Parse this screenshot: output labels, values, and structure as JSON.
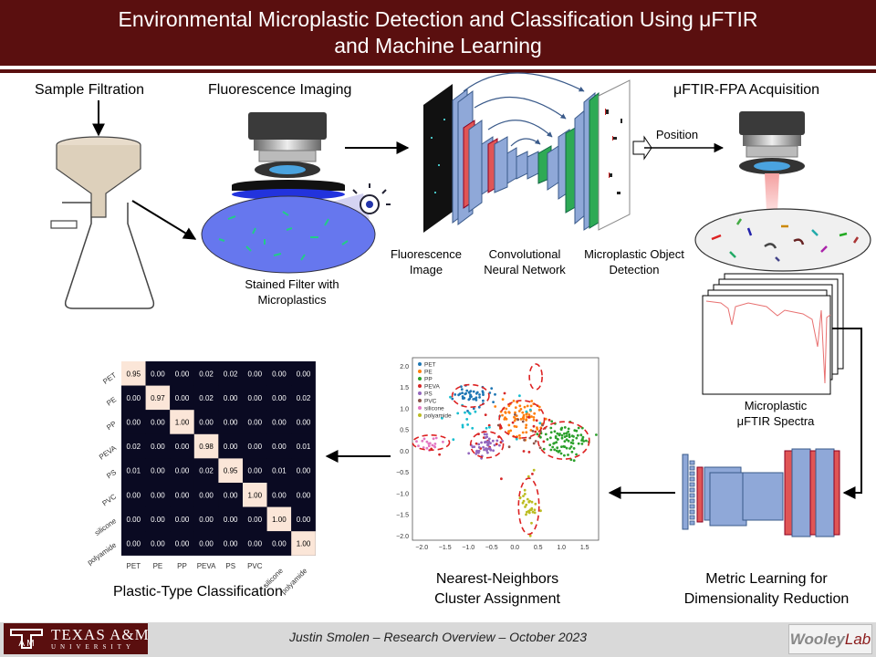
{
  "header": {
    "title_line1": "Environmental Microplastic Detection and Classification Using μFTIR",
    "title_line2": "and Machine Learning"
  },
  "steps": {
    "filtration": "Sample Filtration",
    "fluorescence": "Fluorescence Imaging",
    "stained_line1": "Stained Filter with",
    "stained_line2": "Microplastics",
    "fluor_image_line1": "Fluorescence",
    "fluor_image_line2": "Image",
    "cnn_line1": "Convolutional",
    "cnn_line2": "Neural Network",
    "detection_line1": "Microplastic Object",
    "detection_line2": "Detection",
    "position": "Position",
    "ftir_acq": "μFTIR-FPA Acquisition",
    "spectra_line1": "Microplastic",
    "spectra_line2": "μFTIR Spectra",
    "metric_line1": "Metric Learning for",
    "metric_line2": "Dimensionality Reduction",
    "nn_line1": "Nearest-Neighbors",
    "nn_line2": "Cluster Assignment",
    "classification": "Plastic-Type Classification"
  },
  "chart_data": [
    {
      "type": "heatmap",
      "title": "",
      "categories": [
        "PET",
        "PE",
        "PP",
        "PEVA",
        "PS",
        "PVC",
        "silicone",
        "polyamide"
      ],
      "values": [
        [
          "0.95",
          "0.00",
          "0.00",
          "0.02",
          "0.02",
          "0.00",
          "0.00",
          "0.00"
        ],
        [
          "0.00",
          "0.97",
          "0.00",
          "0.02",
          "0.00",
          "0.00",
          "0.00",
          "0.02"
        ],
        [
          "0.00",
          "0.00",
          "1.00",
          "0.00",
          "0.00",
          "0.00",
          "0.00",
          "0.00"
        ],
        [
          "0.02",
          "0.00",
          "0.00",
          "0.98",
          "0.00",
          "0.00",
          "0.00",
          "0.01"
        ],
        [
          "0.01",
          "0.00",
          "0.00",
          "0.02",
          "0.95",
          "0.00",
          "0.01",
          "0.00"
        ],
        [
          "0.00",
          "0.00",
          "0.00",
          "0.00",
          "0.00",
          "1.00",
          "0.00",
          "0.00"
        ],
        [
          "0.00",
          "0.00",
          "0.00",
          "0.00",
          "0.00",
          "0.00",
          "1.00",
          "0.00"
        ],
        [
          "0.00",
          "0.00",
          "0.00",
          "0.00",
          "0.00",
          "0.00",
          "0.00",
          "1.00"
        ]
      ]
    },
    {
      "type": "scatter",
      "title": "",
      "xlim": [
        -2.2,
        1.8
      ],
      "ylim": [
        -2.1,
        2.2
      ],
      "x_ticks": [
        "−2.0",
        "−1.5",
        "−1.0",
        "−0.5",
        "0.0",
        "0.5",
        "1.0",
        "1.5"
      ],
      "y_ticks": [
        "2.0",
        "1.5",
        "1.0",
        "0.5",
        "0.0",
        "−0.5",
        "−1.0",
        "−1.5",
        "−2.0"
      ],
      "legend_position": "top-left",
      "series": [
        {
          "name": "PET",
          "color": "#1f77b4",
          "center": [
            -0.95,
            1.3
          ],
          "spread": [
            0.18,
            0.12
          ],
          "count": 45
        },
        {
          "name": "PE",
          "color": "#ff7f0e",
          "center": [
            0.15,
            0.75
          ],
          "spread": [
            0.22,
            0.2
          ],
          "count": 80
        },
        {
          "name": "PP",
          "color": "#2ca02c",
          "center": [
            1.05,
            0.25
          ],
          "spread": [
            0.25,
            0.2
          ],
          "count": 85
        },
        {
          "name": "PEVA",
          "color": "#d62728",
          "center": [
            -0.3,
            0.2
          ],
          "spread": [
            0.6,
            0.5
          ],
          "count": 28
        },
        {
          "name": "PS",
          "color": "#9467bd",
          "center": [
            -0.6,
            0.15
          ],
          "spread": [
            0.16,
            0.14
          ],
          "count": 50
        },
        {
          "name": "PVC",
          "color": "#8c564b",
          "center": [
            0.05,
            0.3
          ],
          "spread": [
            0.35,
            0.25
          ],
          "count": 14
        },
        {
          "name": "silicone",
          "color": "#e377c2",
          "center": [
            -1.8,
            0.2
          ],
          "spread": [
            0.18,
            0.08
          ],
          "count": 18
        },
        {
          "name": "polyamide",
          "color": "#bcbd22",
          "center": [
            0.3,
            -1.3
          ],
          "spread": [
            0.1,
            0.3
          ],
          "count": 30
        },
        {
          "name": "",
          "color": "#17becf",
          "center": [
            -0.6,
            0.8
          ],
          "spread": [
            0.5,
            0.3
          ],
          "count": 22
        }
      ]
    }
  ],
  "footer": {
    "text": "Justin Smolen – Research Overview – October 2023",
    "university": "TEXAS A&M",
    "university_sub": "UNIVERSITY",
    "lab_part1": "Wooley",
    "lab_part2": "Lab"
  }
}
